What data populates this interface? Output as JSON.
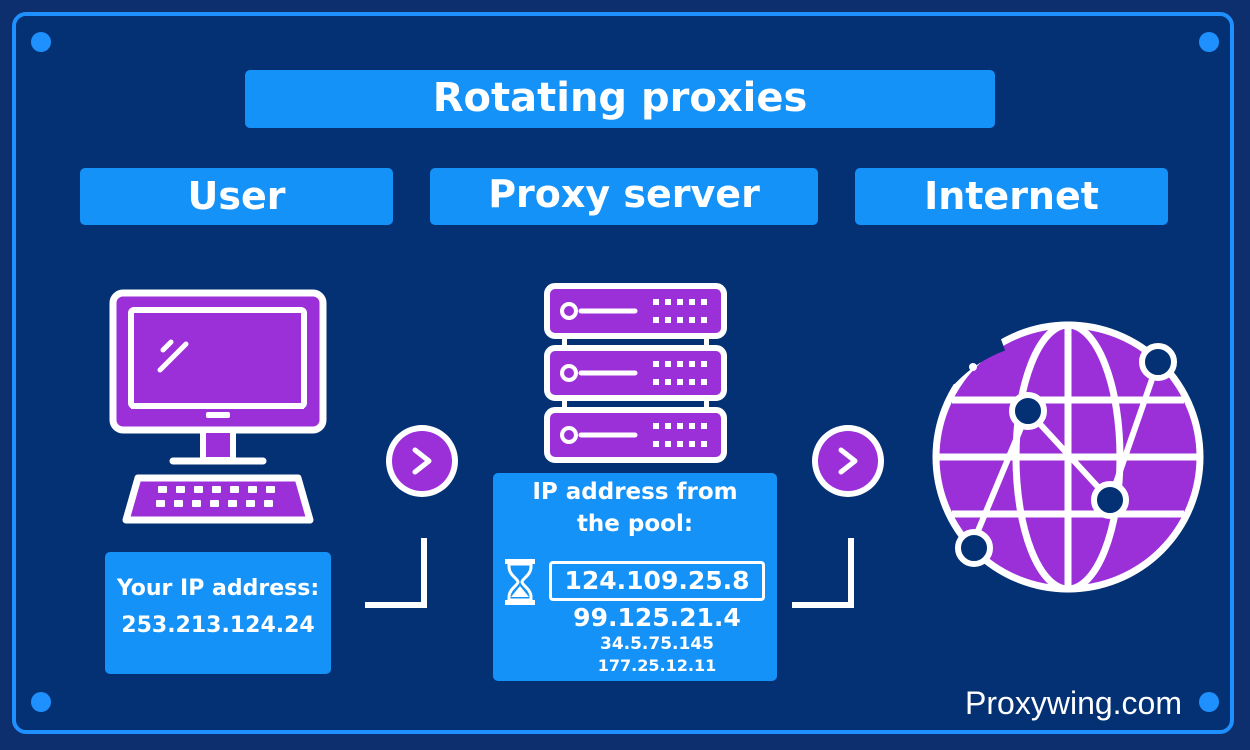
{
  "title": "Rotating proxies",
  "columns": {
    "user": "User",
    "proxy": "Proxy server",
    "internet": "Internet"
  },
  "user_box": {
    "label": "Your IP address:",
    "ip": "253.213.124.24"
  },
  "proxy_box": {
    "label_line1": "IP address from",
    "label_line2": "the pool:",
    "ip_list": [
      "124.109.25.8",
      "99.125.21.4",
      "34.5.75.145",
      "177.25.12.11"
    ]
  },
  "brand": "Proxywing.com",
  "colors": {
    "background": "#033173",
    "accent_blue": "#1592f7",
    "icon_purple": "#9b30d9",
    "outline": "#ffffff"
  },
  "icons": [
    "computer-icon",
    "server-icon",
    "globe-icon",
    "hourglass-icon",
    "arrow-right-icon"
  ]
}
